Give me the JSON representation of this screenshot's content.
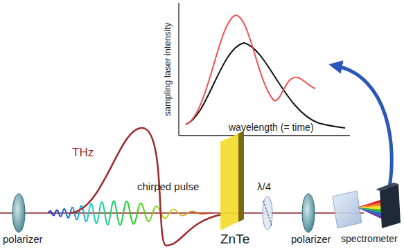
{
  "diagram": {
    "labels": [
      "sampling laser intensity",
      "wavelength (= time)",
      "THz",
      "chirped pulse",
      "λ/4",
      "polarizer",
      "ZnTe",
      "polarizer",
      "spectrometer"
    ]
  }
}
